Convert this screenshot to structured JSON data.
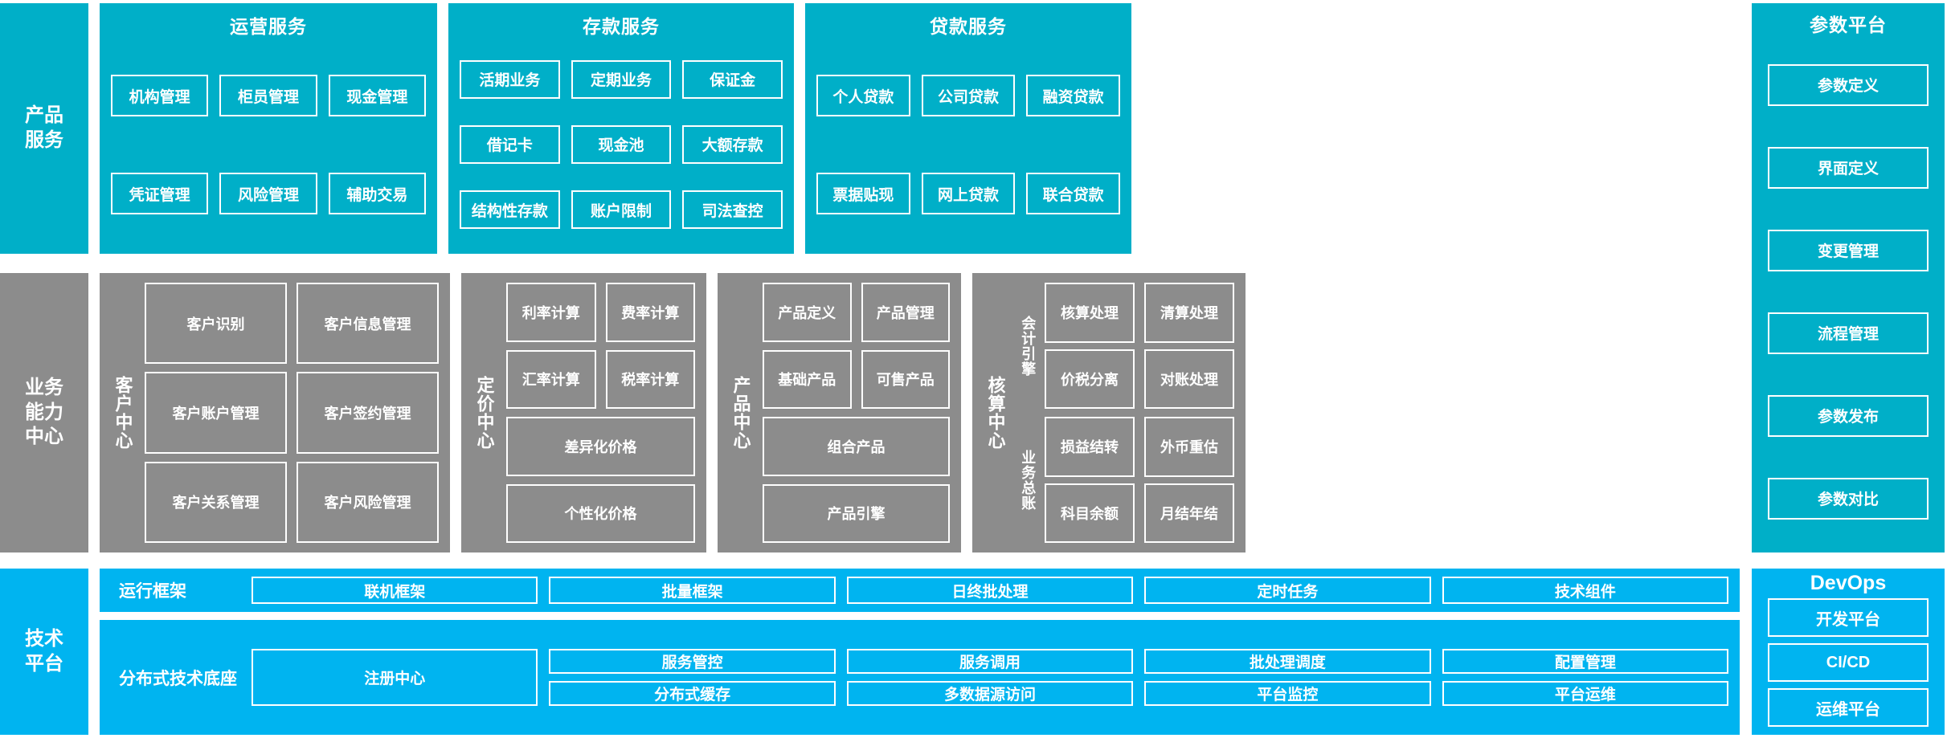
{
  "colors": {
    "service_teal": "#00AFC8",
    "capability_gray": "#8C8C8C",
    "tech_blue": "#00B4F0",
    "border_white": "#FFFFFF",
    "background": "#FFFFFF"
  },
  "layers": {
    "product_service": {
      "label": "产品\n服务",
      "groups": [
        {
          "title": "运营服务",
          "rows": [
            [
              "机构管理",
              "柜员管理",
              "现金管理"
            ],
            [
              "凭证管理",
              "风险管理",
              "辅助交易"
            ]
          ]
        },
        {
          "title": "存款服务",
          "rows": [
            [
              "活期业务",
              "定期业务",
              "保证金"
            ],
            [
              "借记卡",
              "现金池",
              "大额存款"
            ],
            [
              "结构性存款",
              "账户限制",
              "司法查控"
            ]
          ]
        },
        {
          "title": "贷款服务",
          "rows": [
            [
              "个人贷款",
              "公司贷款",
              "融资贷款"
            ],
            [
              "票据贴现",
              "网上贷款",
              "联合贷款"
            ]
          ]
        }
      ]
    },
    "business_capability": {
      "label": "业务\n能力\n中心",
      "centers": [
        {
          "name": "客户中心",
          "rows": [
            [
              "客户识别",
              "客户信息管理"
            ],
            [
              "客户账户管理",
              "客户签约管理"
            ],
            [
              "客户关系管理",
              "客户风险管理"
            ]
          ]
        },
        {
          "name": "定价中心",
          "rows": [
            [
              "利率计算",
              "费率计算"
            ],
            [
              "汇率计算",
              "税率计算"
            ],
            [
              "差异化价格"
            ],
            [
              "个性化价格"
            ]
          ]
        },
        {
          "name": "产品中心",
          "rows": [
            [
              "产品定义",
              "产品管理"
            ],
            [
              "基础产品",
              "可售产品"
            ],
            [
              "组合产品"
            ],
            [
              "产品引擎"
            ]
          ]
        },
        {
          "name": "核算中心",
          "subgroups": [
            {
              "name": "会计引擎",
              "rows": [
                [
                  "核算处理",
                  "清算处理"
                ],
                [
                  "价税分离",
                  "对账处理"
                ]
              ]
            },
            {
              "name": "业务总账",
              "rows": [
                [
                  "损益结转",
                  "外币重估"
                ],
                [
                  "科目余额",
                  "月结年结"
                ]
              ]
            }
          ]
        }
      ]
    },
    "technical_platform": {
      "label": "技术\n平台",
      "strips": [
        {
          "title": "运行框架",
          "tiles": [
            "联机框架",
            "批量框架",
            "日终批处理",
            "定时任务",
            "技术组件"
          ]
        },
        {
          "title": "分布式技术底座",
          "wide_tile": "注册中心",
          "columns": [
            [
              "服务管控",
              "分布式缓存"
            ],
            [
              "服务调用",
              "多数据源访问"
            ],
            [
              "批处理调度",
              "平台监控"
            ],
            [
              "配置管理",
              "平台运维"
            ]
          ]
        }
      ]
    }
  },
  "rails": {
    "parameter_platform": {
      "title": "参数平台",
      "items": [
        "参数定义",
        "界面定义",
        "变更管理",
        "流程管理",
        "参数发布",
        "参数对比"
      ]
    },
    "devops": {
      "title": "DevOps",
      "items": [
        "开发平台",
        "CI/CD",
        "运维平台"
      ]
    }
  }
}
